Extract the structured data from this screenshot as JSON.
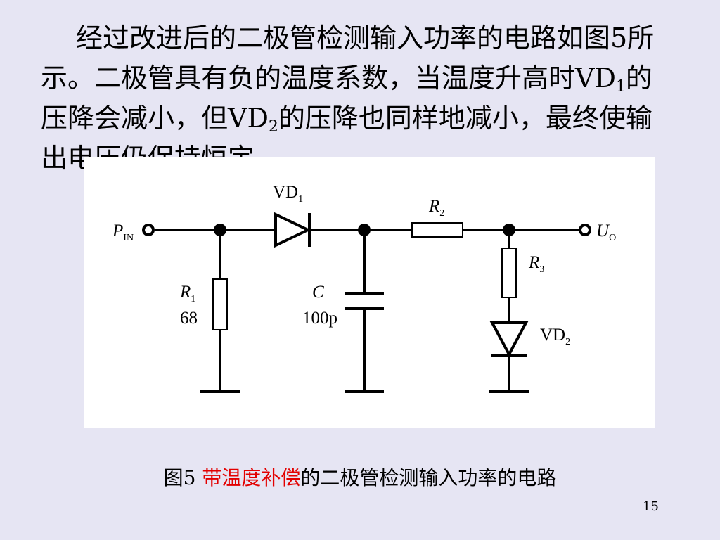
{
  "paragraph": {
    "line1": "经过改进后的二极管检测输入功率的电路如图5所",
    "line2a": "示。二极管具有负的温度系数，当温度升高时VD",
    "line2b": "1",
    "line2c": "的",
    "line3a": "压降会减小，但VD",
    "line3b": "2",
    "line3c": "的压降也同样地减小，最终使输",
    "line4": "出电压仍保持恒定。"
  },
  "circuit": {
    "pin_main": "P",
    "pin_sub": "IN",
    "uo_main": "U",
    "uo_sub": "O",
    "vd1_main": "VD",
    "vd1_sub": "1",
    "vd2_main": "VD",
    "vd2_sub": "2",
    "r1_main": "R",
    "r1_sub": "1",
    "r1_value": "68",
    "r2_main": "R",
    "r2_sub": "2",
    "r3_main": "R",
    "r3_sub": "3",
    "c_main": "C",
    "c_value": "100p"
  },
  "caption": {
    "prefix": "图5  ",
    "highlight": "带温度补偿",
    "rest": "的二极管检测输入功率的电路",
    "highlight_color": "#e30000"
  },
  "page_number": "15"
}
